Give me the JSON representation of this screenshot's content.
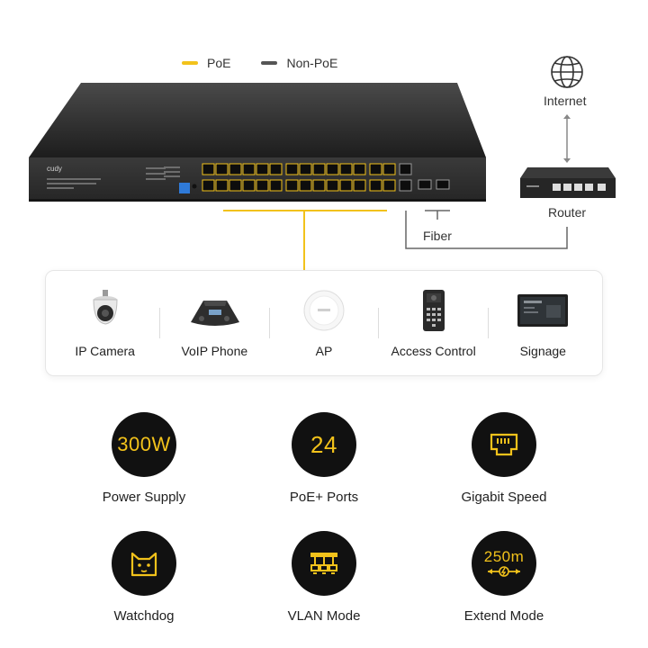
{
  "legend": {
    "poe_label": "PoE",
    "nonpoe_label": "Non-PoE",
    "poe_color": "#f2c21b",
    "nonpoe_color": "#555555"
  },
  "switch": {
    "brand": "cudy"
  },
  "topology": {
    "internet_label": "Internet",
    "router_label": "Router",
    "fiber_label": "Fiber",
    "internet_icon": "globe-icon",
    "router_icon": "router-icon"
  },
  "devices": [
    {
      "label": "IP Camera",
      "icon": "ip-camera-icon"
    },
    {
      "label": "VoIP Phone",
      "icon": "voip-phone-icon"
    },
    {
      "label": "AP",
      "icon": "access-point-icon"
    },
    {
      "label": "Access Control",
      "icon": "access-control-icon"
    },
    {
      "label": "Signage",
      "icon": "signage-icon"
    }
  ],
  "features": [
    {
      "badge": "300W",
      "label": "Power Supply",
      "icon": ""
    },
    {
      "badge": "24",
      "label": "PoE+ Ports",
      "icon": ""
    },
    {
      "badge": "",
      "label": "Gigabit Speed",
      "icon": "ethernet-port-icon"
    },
    {
      "badge": "",
      "label": "Watchdog",
      "icon": "cat-face-icon"
    },
    {
      "badge": "",
      "label": "VLAN Mode",
      "icon": "vlan-icon"
    },
    {
      "badge": "250m",
      "label": "Extend Mode",
      "icon": "extend-icon"
    }
  ],
  "accent_color": "#f2c21b"
}
